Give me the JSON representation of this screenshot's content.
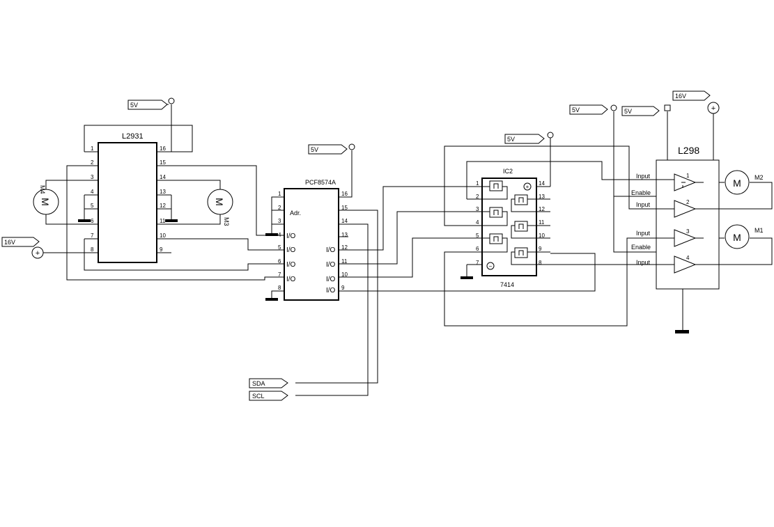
{
  "chips": {
    "l2931": {
      "name": "L2931",
      "pins_left": [
        "1",
        "2",
        "3",
        "4",
        "5",
        "6",
        "7",
        "8"
      ],
      "pins_right": [
        "16",
        "15",
        "14",
        "13",
        "12",
        "11",
        "10",
        "9"
      ]
    },
    "pcf": {
      "name": "PCF8574A",
      "adr": "Adr.",
      "io_label": "I/O",
      "pins_left": [
        "1",
        "2",
        "3",
        "4",
        "5",
        "6",
        "7",
        "8"
      ],
      "pins_right": [
        "16",
        "15",
        "14",
        "13",
        "12",
        "11",
        "10",
        "9"
      ]
    },
    "ic2": {
      "name": "IC2",
      "part": "7414",
      "pins_left": [
        "1",
        "2",
        "3",
        "4",
        "5",
        "6",
        "7"
      ],
      "pins_right": [
        "14",
        "13",
        "12",
        "11",
        "10",
        "9",
        "8"
      ]
    },
    "l298": {
      "name": "L298",
      "rows": [
        "Input",
        "Enable",
        "Input",
        "Input",
        "Enable",
        "Input"
      ],
      "gate_labels": [
        "1",
        "2",
        "3",
        "4"
      ]
    }
  },
  "motors": {
    "m1": "M1",
    "m2": "M2",
    "m3": "M3",
    "m4": "M4",
    "symbol": "M"
  },
  "supplies": {
    "v5_a": "5V",
    "v5_b": "5V",
    "v5_c": "5V",
    "v5_d": "5V",
    "v5_e": "5V",
    "v16_a": "16V",
    "v16_b": "16V"
  },
  "bus": {
    "sda": "SDA",
    "scl": "SCL"
  },
  "symbols": {
    "plus": "+",
    "minus": "−"
  }
}
